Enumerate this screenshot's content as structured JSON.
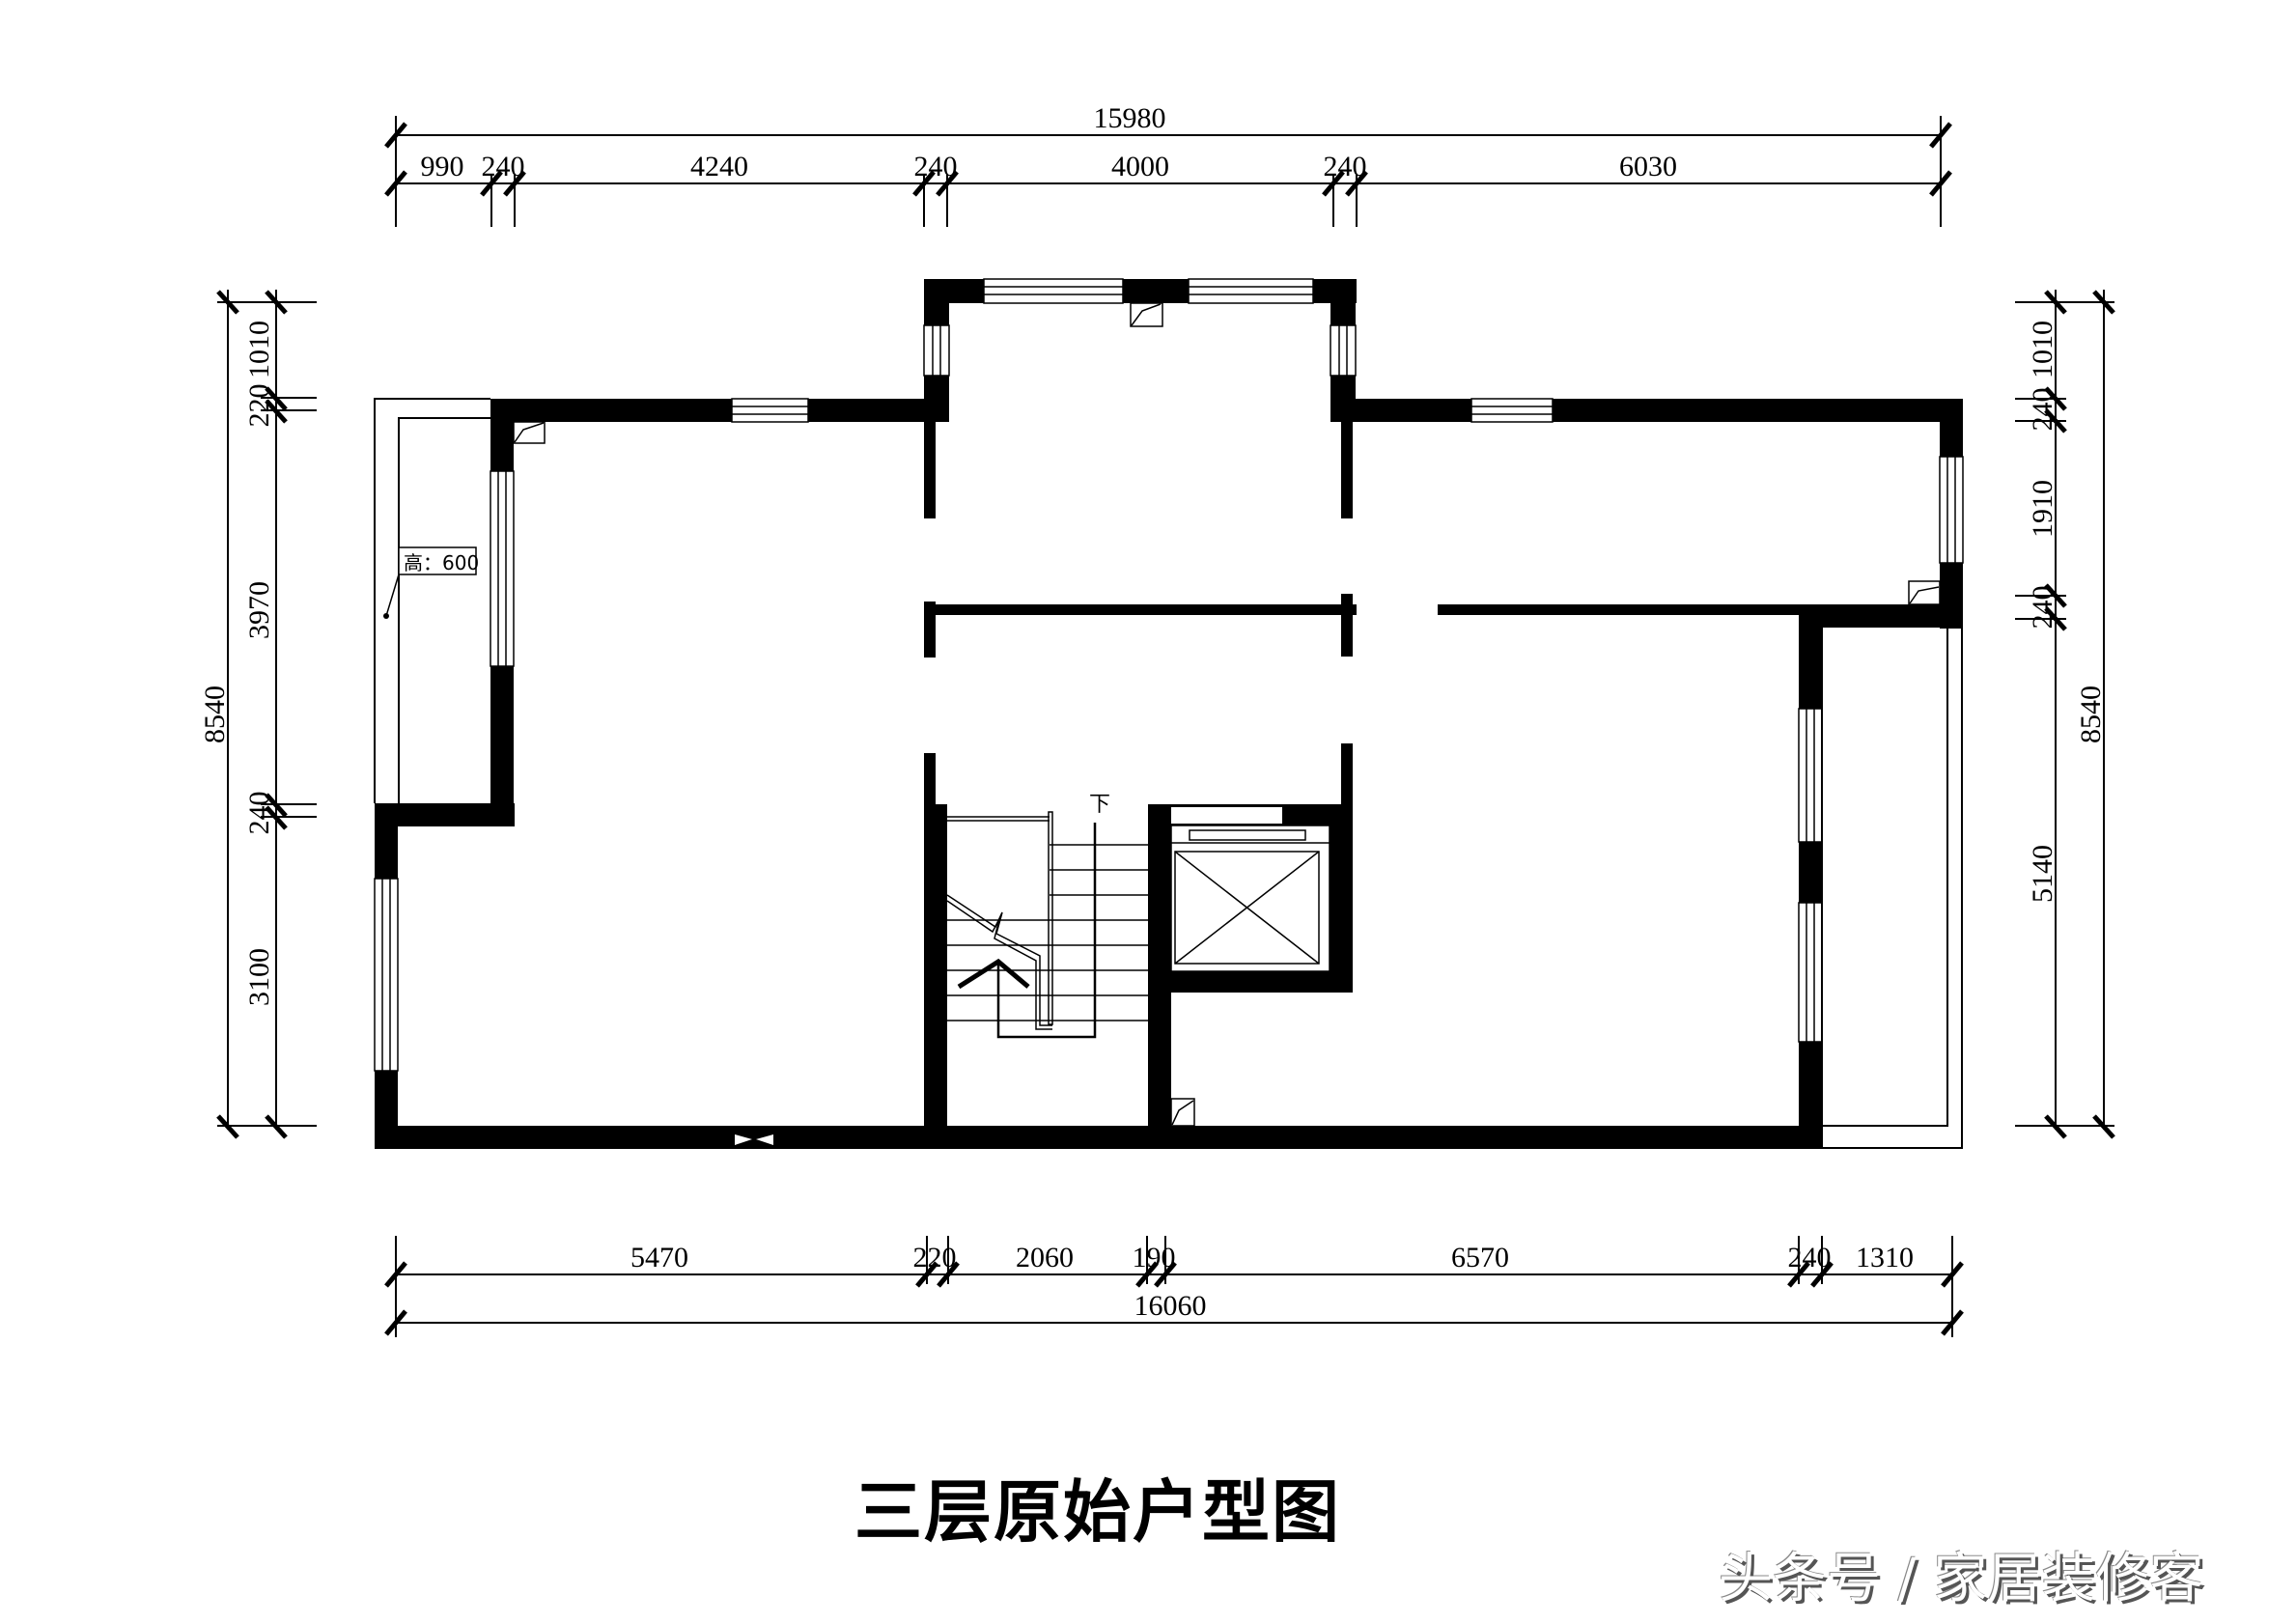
{
  "title": "三层原始户型图",
  "watermark": "头条号 / 家居装修客",
  "annotations": {
    "height_note": "高：600",
    "stair_down": "下"
  },
  "dimensions": {
    "top_total": "15980",
    "top_segments": [
      "990",
      "240",
      "4240",
      "240",
      "4000",
      "240",
      "6030"
    ],
    "bottom_total": "16060",
    "bottom_segments": [
      "5470",
      "220",
      "2060",
      "190",
      "6570",
      "240",
      "1310"
    ],
    "left_total": "8540",
    "left_segments": [
      "1010",
      "220",
      "3970",
      "240",
      "3100"
    ],
    "right_total": "8540",
    "right_segments": [
      "1010",
      "240",
      "1910",
      "240",
      "5140"
    ]
  },
  "colors": {
    "wall": "#000000",
    "line": "#000000",
    "background": "#ffffff"
  }
}
